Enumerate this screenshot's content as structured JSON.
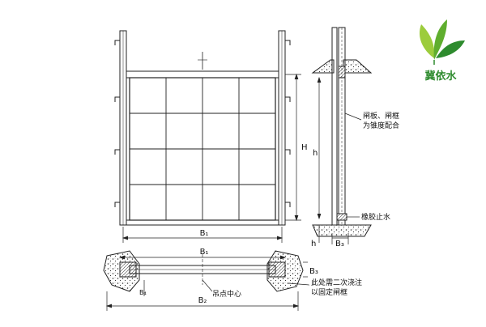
{
  "brand": {
    "logo_text": "冀依水",
    "colors": {
      "leaf_light": "#9ccc3c",
      "leaf_dark": "#2e8b2e"
    }
  },
  "elevation": {
    "label_H": "H",
    "label_B1": "B₁"
  },
  "section": {
    "label_h_upper": "h",
    "label_h_lower": "h",
    "label_B3": "B₃",
    "note_taper": [
      "闸板、闸框",
      "为锥度配合"
    ],
    "note_rubber": "橡胶止水"
  },
  "plan": {
    "label_B1": "B₁",
    "label_B2": "B₂",
    "label_B3": "B₃",
    "label_B4": "B₄",
    "note_lift": "吊点中心",
    "note_grout": [
      "此处需二次浇注",
      "以固定闸框"
    ]
  }
}
